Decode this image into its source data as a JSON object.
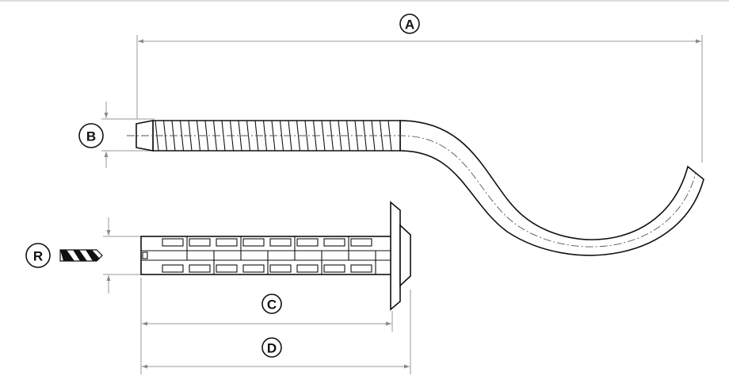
{
  "labels": {
    "overall_length": "A",
    "hook_diameter": "B",
    "drill_diameter": "R",
    "plug_length": "C",
    "plug_total_length": "D"
  },
  "colors": {
    "line": "#111111",
    "dimension": "#9a9a9a"
  }
}
